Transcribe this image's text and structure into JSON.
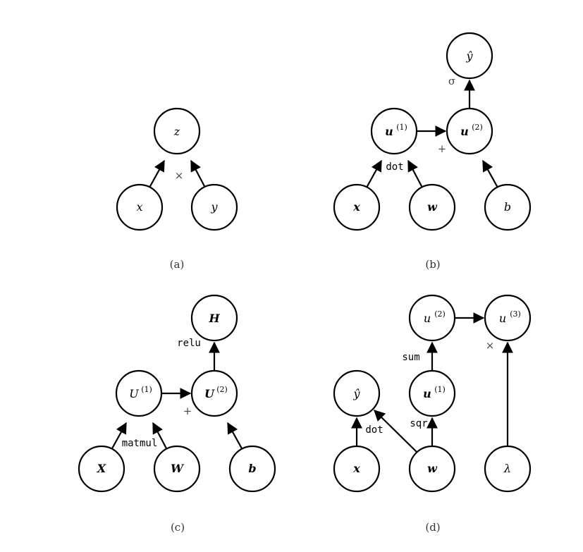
{
  "panels": [
    {
      "caption": "(a)",
      "nodes": [
        {
          "id": "z",
          "label": "z",
          "bold": false
        },
        {
          "id": "x",
          "label": "x",
          "bold": false
        },
        {
          "id": "y",
          "label": "y",
          "bold": false
        }
      ],
      "ops": [
        {
          "text": "×",
          "kind": "sym"
        }
      ]
    },
    {
      "caption": "(b)",
      "nodes": [
        {
          "id": "yhat",
          "label": "ŷ",
          "bold": false
        },
        {
          "id": "u1",
          "label": "u",
          "sup": "(1)",
          "bold": true
        },
        {
          "id": "u2",
          "label": "u",
          "sup": "(2)",
          "bold": true
        },
        {
          "id": "x",
          "label": "x",
          "bold": true
        },
        {
          "id": "w",
          "label": "w",
          "bold": true
        },
        {
          "id": "b",
          "label": "b",
          "bold": false
        }
      ],
      "ops": [
        {
          "text": "σ",
          "kind": "sym"
        },
        {
          "text": "dot",
          "kind": "mono"
        },
        {
          "text": "+",
          "kind": "sym"
        }
      ]
    },
    {
      "caption": "(c)",
      "nodes": [
        {
          "id": "H",
          "label": "H",
          "bold": true
        },
        {
          "id": "U1",
          "label": "U",
          "sup": "(1)",
          "bold": false
        },
        {
          "id": "U2",
          "label": "U",
          "sup": "(2)",
          "bold": true
        },
        {
          "id": "X",
          "label": "X",
          "bold": true
        },
        {
          "id": "W",
          "label": "W",
          "bold": true
        },
        {
          "id": "b",
          "label": "b",
          "bold": true
        }
      ],
      "ops": [
        {
          "text": "relu",
          "kind": "mono"
        },
        {
          "text": "matmul",
          "kind": "mono"
        },
        {
          "text": "+",
          "kind": "sym"
        }
      ]
    },
    {
      "caption": "(d)",
      "nodes": [
        {
          "id": "u2",
          "label": "u",
          "sup": "(2)",
          "bold": false
        },
        {
          "id": "u3",
          "label": "u",
          "sup": "(3)",
          "bold": false
        },
        {
          "id": "yhat",
          "label": "ŷ",
          "bold": false
        },
        {
          "id": "u1",
          "label": "u",
          "sup": "(1)",
          "bold": true
        },
        {
          "id": "x",
          "label": "x",
          "bold": true
        },
        {
          "id": "w",
          "label": "w",
          "bold": true
        },
        {
          "id": "lambda",
          "label": "λ",
          "bold": false
        }
      ],
      "ops": [
        {
          "text": "sum",
          "kind": "mono"
        },
        {
          "text": "×",
          "kind": "sym"
        },
        {
          "text": "dot",
          "kind": "mono"
        },
        {
          "text": "sqr",
          "kind": "mono"
        }
      ]
    }
  ]
}
